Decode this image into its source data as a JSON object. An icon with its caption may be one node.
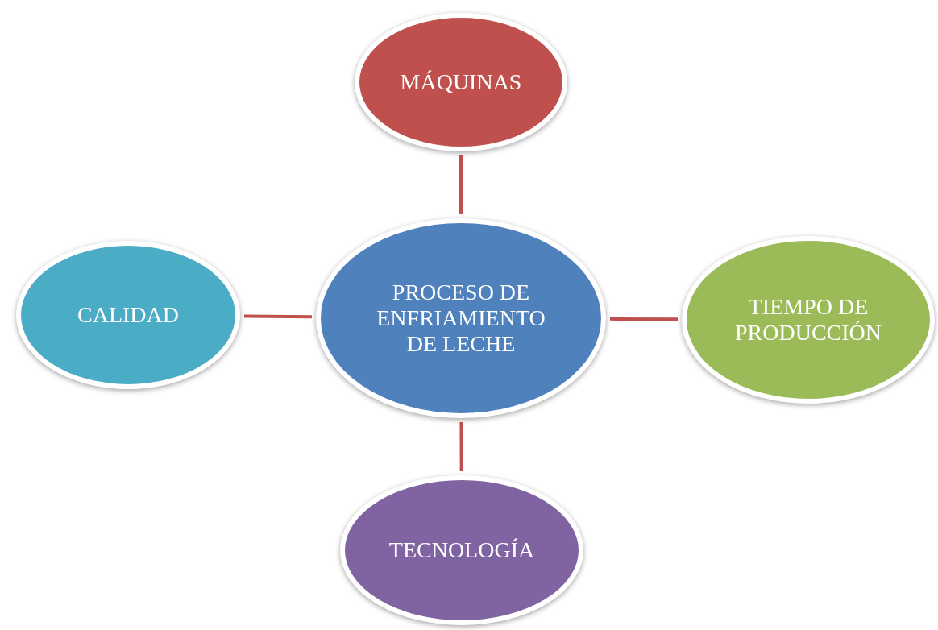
{
  "diagram": {
    "nodes": [
      {
        "text": [
          "MÁQUINAS"
        ]
      },
      {
        "text": [
          "CALIDAD"
        ]
      },
      {
        "text": [
          "PROCESO DE ENFRIAMIENTO DE LECHE"
        ]
      },
      {
        "text": [
          "TIEMPO DE PRODUCCIÓN"
        ]
      },
      {
        "text": [
          "TECNOLOGÍA"
        ]
      }
    ],
    "edges": [
      {
        "from": 2,
        "to": 0,
        "arrow": "none"
      },
      {
        "from": 2,
        "to": 1,
        "arrow": "none"
      },
      {
        "from": 2,
        "to": 3,
        "arrow": "none"
      },
      {
        "from": 2,
        "to": 4,
        "arrow": "none"
      }
    ]
  }
}
